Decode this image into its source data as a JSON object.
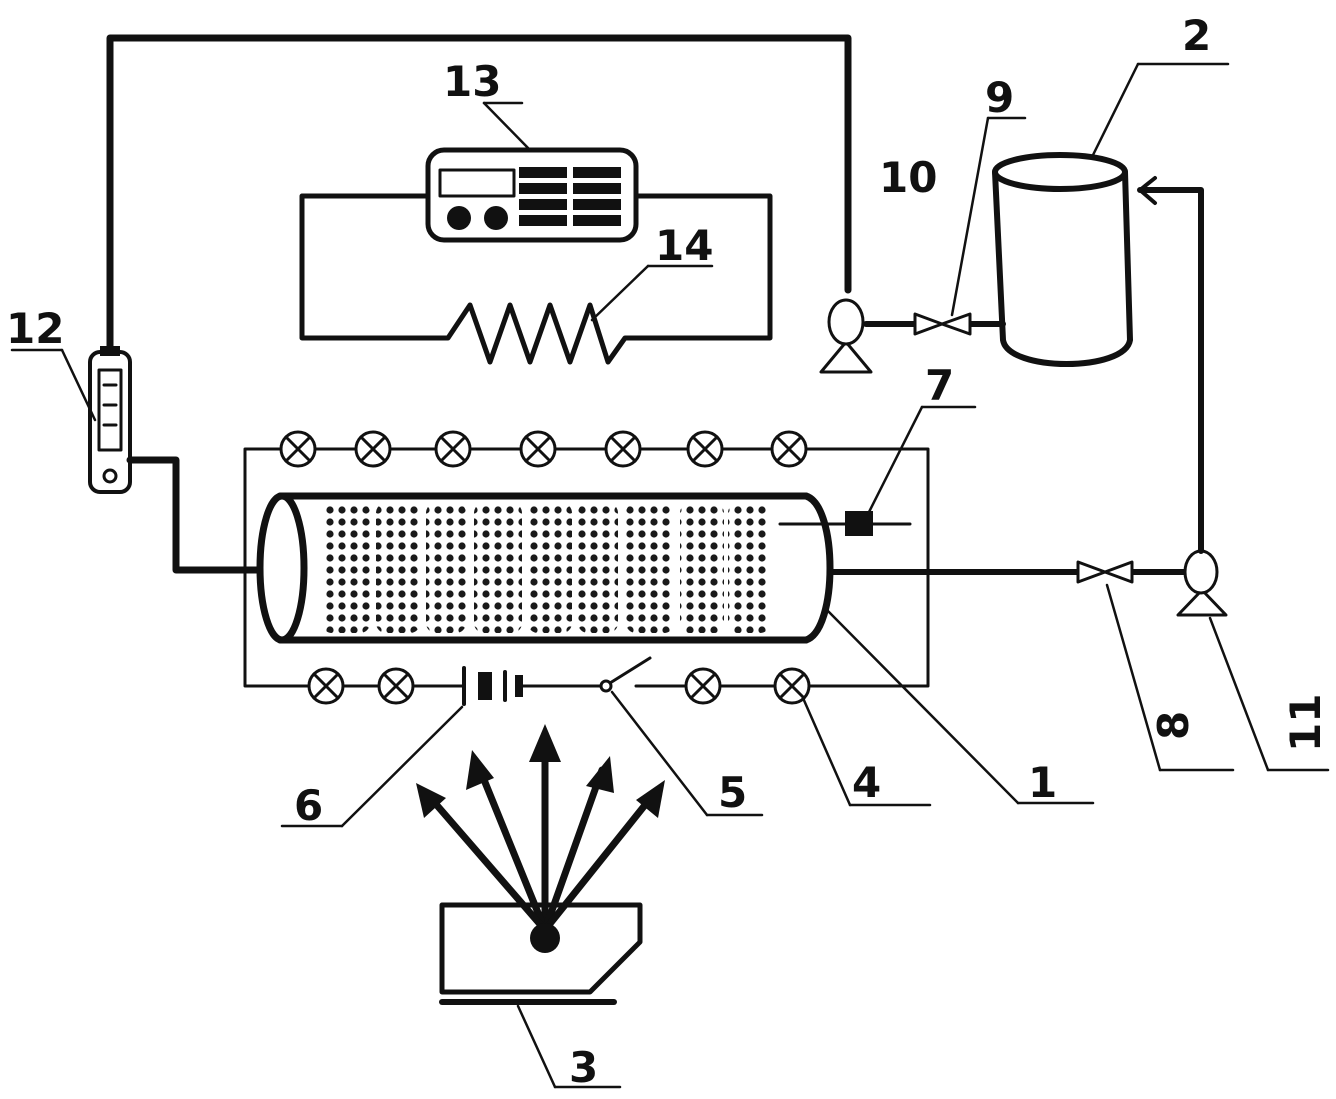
{
  "colors": {
    "ink": "#111111",
    "background": "#ffffff"
  },
  "labels": {
    "l1": "1",
    "l2": "2",
    "l3": "3",
    "l4": "4",
    "l5": "5",
    "l6": "6",
    "l7": "7",
    "l8": "8",
    "l9": "9",
    "l10": "10",
    "l11": "11",
    "l12": "12",
    "l13": "13",
    "l14": "14"
  }
}
